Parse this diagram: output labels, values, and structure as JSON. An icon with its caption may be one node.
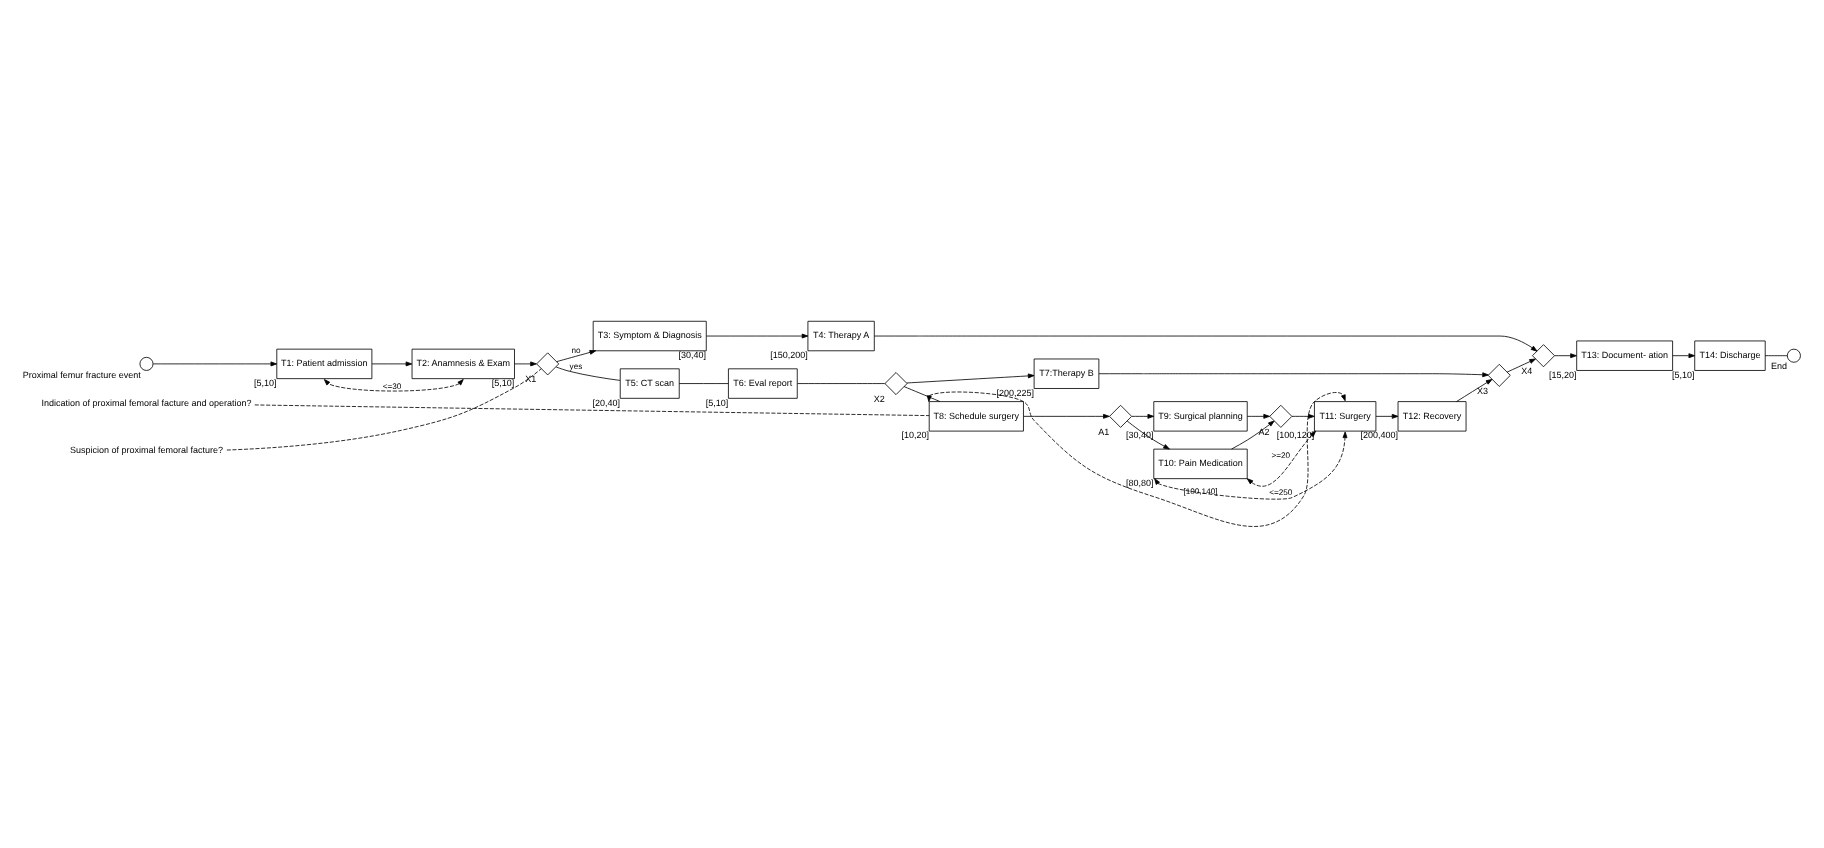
{
  "diagram": {
    "nodes": [
      {
        "text": [],
        "shape": "circle",
        "beside": [
          "Proximal femur fracture event"
        ]
      },
      {
        "text": [
          "T1: Patient admission"
        ],
        "beside": [
          "[5,10]"
        ]
      },
      {
        "text": [
          "T2: Anamnesis & Exam"
        ],
        "beside": [
          "[5,10]"
        ]
      },
      {
        "text": [],
        "shape": "diamond",
        "beside": [
          "X1"
        ]
      },
      {
        "text": [
          "T3: Symptom & Diagnosis"
        ],
        "beside": [
          "[30,40]"
        ]
      },
      {
        "text": [
          "T4: Therapy A"
        ],
        "beside": [
          "[150,200]"
        ]
      },
      {
        "text": [],
        "shape": "diamond",
        "beside": [
          "X4"
        ]
      },
      {
        "text": [
          "T5: CT scan"
        ],
        "beside": [
          "[20,40]"
        ]
      },
      {
        "text": [
          "T6: Eval report"
        ],
        "beside": [
          "[5,10]"
        ]
      },
      {
        "text": [],
        "shape": "diamond",
        "beside": [
          "X2"
        ]
      },
      {
        "text": [
          "T7:Therapy B"
        ],
        "beside": [
          "[200,225]"
        ]
      },
      {
        "text": [],
        "shape": "diamond",
        "beside": [
          "X3"
        ]
      },
      {
        "text": [
          "T8: Schedule surgery"
        ],
        "beside": [
          "[10,20]"
        ]
      },
      {
        "text": [],
        "shape": "diamond",
        "beside": [
          "A1"
        ]
      },
      {
        "text": [
          "T9: Surgical planning"
        ],
        "beside": [
          "[30,40]"
        ]
      },
      {
        "text": [
          "T10: Pain Medication"
        ],
        "beside": [
          "[80,80]"
        ]
      },
      {
        "text": [],
        "shape": "diamond",
        "beside": [
          "A2"
        ]
      },
      {
        "text": [
          "T11: Surgery"
        ],
        "beside": [
          "[100,120]"
        ]
      },
      {
        "text": [
          "T12: Recovery"
        ],
        "beside": [
          "[200,400]"
        ]
      },
      {
        "text": [
          "T13: Document- ation"
        ],
        "beside": [
          "[15,20]"
        ]
      },
      {
        "text": [
          "T14: Discharge"
        ],
        "beside": [
          "[5,10]"
        ]
      },
      {
        "text": [],
        "shape": "circle",
        "beside": [
          "End"
        ]
      },
      {
        "text": [
          "Suspicion of proximal femoral facture?"
        ]
      },
      {
        "text": [
          "Indication of proximal femoral facture and operation?"
        ]
      }
    ],
    "edges": [
      {
        "from": 0,
        "to": 1,
        "arrow": "to"
      },
      {
        "from": 1,
        "to": 2,
        "arrow": "to"
      },
      {
        "from": 2,
        "to": 3,
        "arrow": "to"
      },
      {
        "from": 3,
        "to": 4,
        "arrow": "to",
        "label": "no"
      },
      {
        "from": 3,
        "to": 7,
        "arrow": "none",
        "label": "yes"
      },
      {
        "from": 4,
        "to": 5,
        "arrow": "to"
      },
      {
        "from": 5,
        "to": 6,
        "arrow": "to"
      },
      {
        "from": 7,
        "to": 8,
        "arrow": "none"
      },
      {
        "from": 8,
        "to": 9,
        "arrow": "none"
      },
      {
        "from": 9,
        "to": 10,
        "arrow": "to"
      },
      {
        "from": 9,
        "to": 12,
        "arrow": "none"
      },
      {
        "from": 10,
        "to": 11,
        "arrow": "to"
      },
      {
        "from": 11,
        "to": 6,
        "arrow": "to"
      },
      {
        "from": 6,
        "to": 19,
        "arrow": "to"
      },
      {
        "from": 19,
        "to": 20,
        "arrow": "to"
      },
      {
        "from": 20,
        "to": 21,
        "arrow": "none"
      },
      {
        "from": 12,
        "to": 13,
        "arrow": "to"
      },
      {
        "from": 13,
        "to": 14,
        "arrow": "to"
      },
      {
        "from": 13,
        "to": 15,
        "arrow": "to"
      },
      {
        "from": 14,
        "to": 16,
        "arrow": "to"
      },
      {
        "from": 15,
        "to": 16,
        "arrow": "to"
      },
      {
        "from": 16,
        "to": 17,
        "arrow": "to"
      },
      {
        "from": 17,
        "to": 18,
        "arrow": "to"
      },
      {
        "from": 18,
        "to": 11,
        "arrow": "to"
      },
      {
        "from": 2,
        "to": 1,
        "arrow": "both",
        "style": "dashed",
        "label": "<=30"
      },
      {
        "from": 12,
        "to": 17,
        "arrow": "both",
        "style": "dashed",
        "label": "[100,140]"
      },
      {
        "from": 15,
        "to": 17,
        "arrow": "both",
        "style": "dashed",
        "label": ">=20"
      },
      {
        "from": 15,
        "to": 17,
        "arrow": "both",
        "style": "dashed",
        "label": "<=250"
      },
      {
        "from": 22,
        "to": 3,
        "arrow": "none",
        "style": "dashed"
      },
      {
        "from": 23,
        "to": 12,
        "arrow": "none",
        "style": "dashed"
      }
    ]
  }
}
